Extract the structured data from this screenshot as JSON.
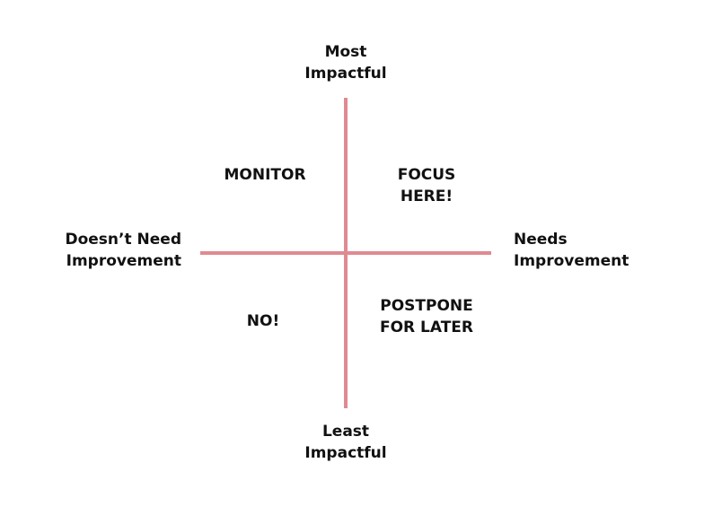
{
  "axes": {
    "top_label": "Most\nImpactful",
    "bottom_label": "Least\nImpactful",
    "left_label": "Doesn’t Need\nImprovement",
    "right_label": "Needs\nImprovement",
    "line_color": "#df8a92"
  },
  "quadrants": {
    "top_left": "MONITOR",
    "top_right": "FOCUS\nHERE!",
    "bottom_left": "NO!",
    "bottom_right": "POSTPONE\nFOR LATER"
  }
}
